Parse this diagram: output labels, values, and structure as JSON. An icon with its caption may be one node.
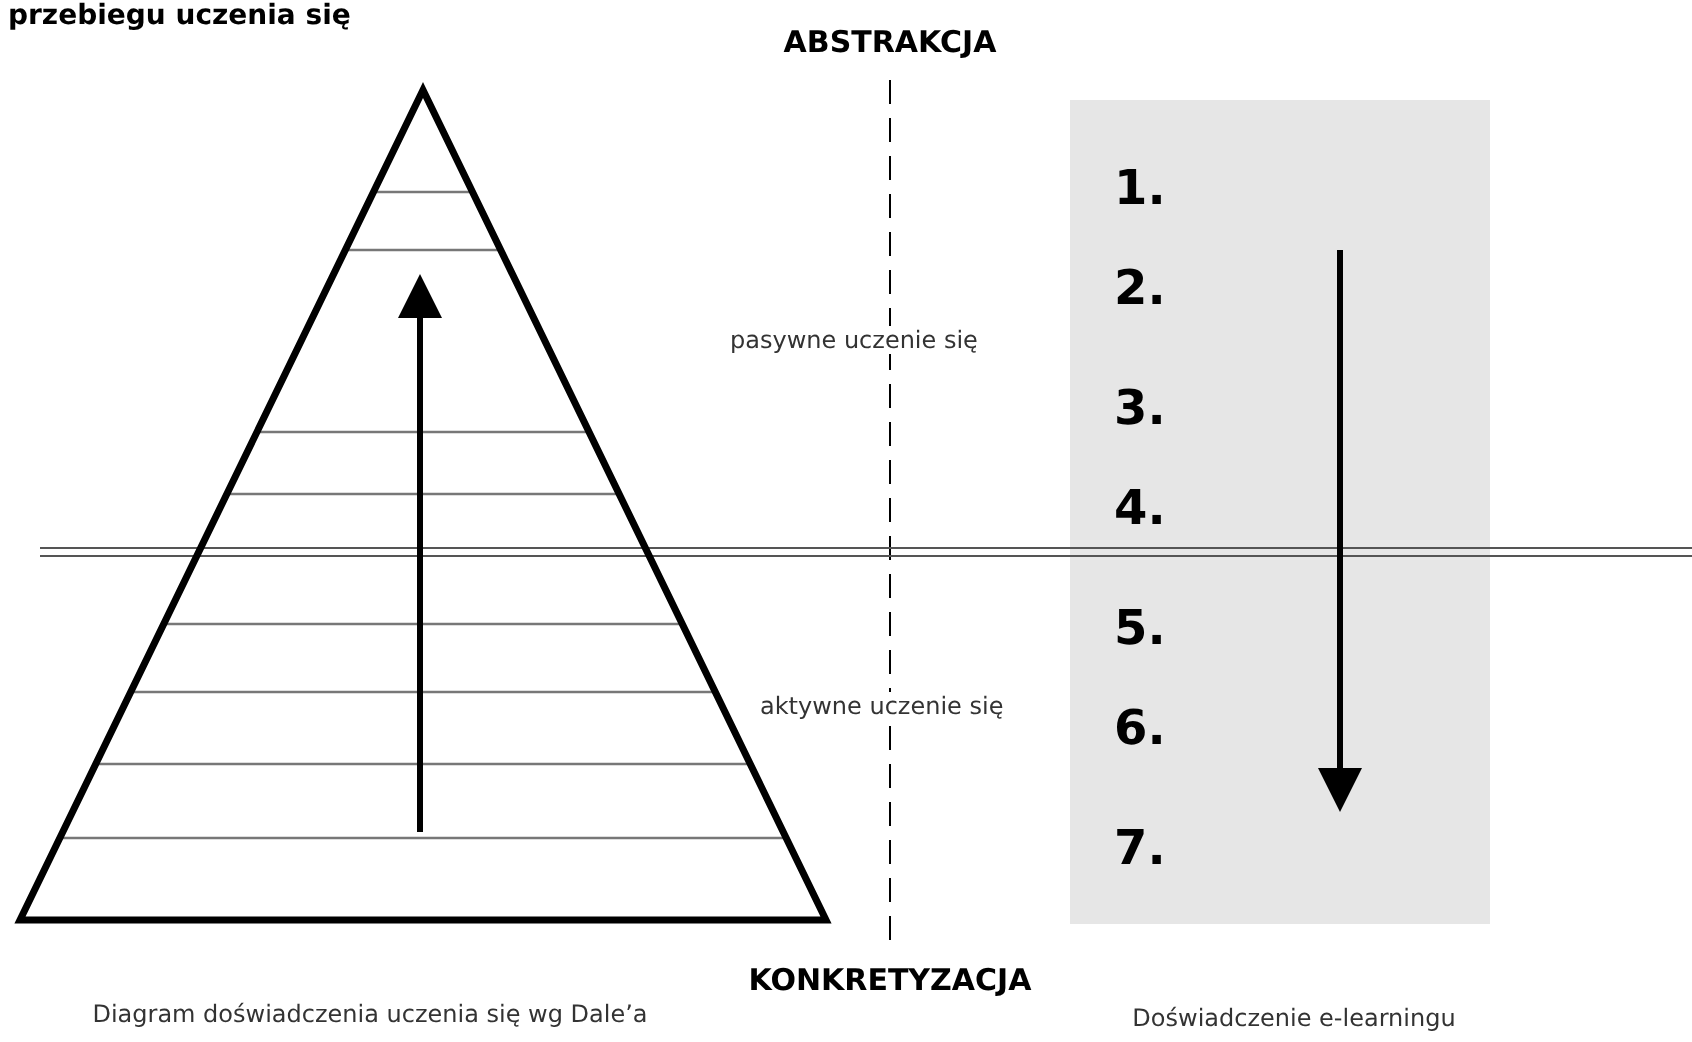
{
  "diagram": {
    "title": "przebiegu uczenia się",
    "nodes": [
      {
        "text": [
          "1.",
          "2.",
          "3.",
          "4.",
          "5.",
          "6.",
          "7."
        ]
      }
    ],
    "labels": [
      "ABSTRAKCJA",
      "pasywne uczenie się",
      "aktywne uczenie się",
      "KONKRETYZACJA",
      "Diagram doświadczenia uczenia się wg Dale’a",
      "Doświadczenie e-learningu"
    ]
  }
}
